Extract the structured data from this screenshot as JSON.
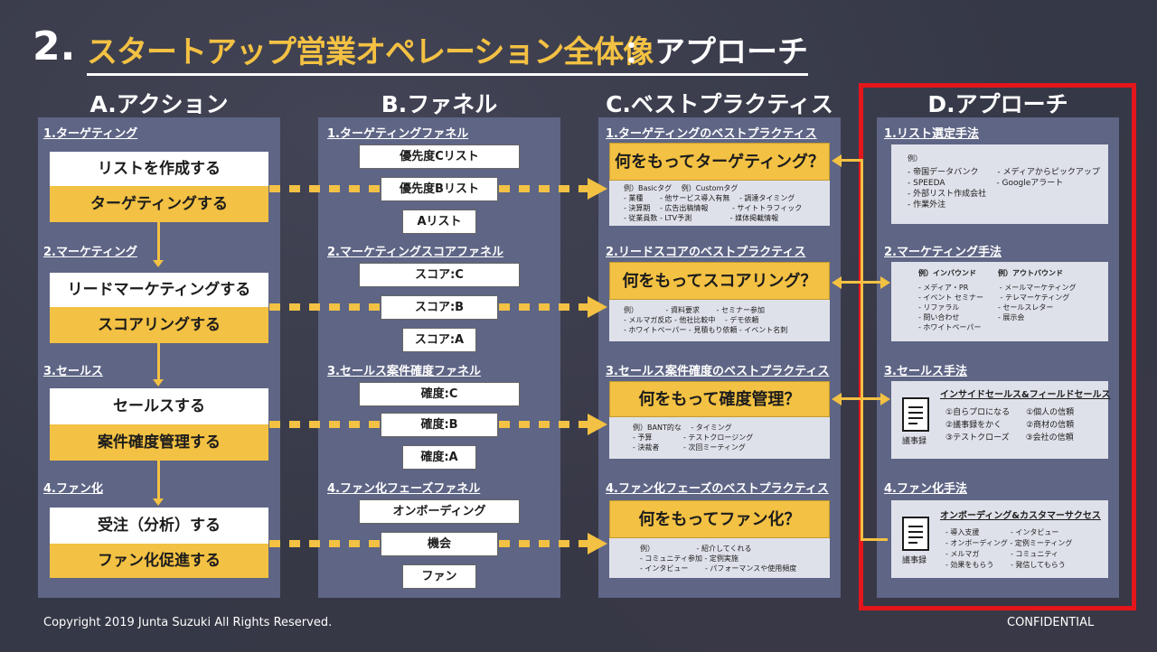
{
  "title": {
    "number": "2.",
    "main": "スタートアップ営業オペレーション全体像",
    "sub": "：アプローチ"
  },
  "columns": {
    "a": "A.アクション",
    "b": "B.ファネル",
    "c": "C.ベストプラクティス",
    "d": "D.アプローチ"
  },
  "actions": [
    {
      "section": "1.ターゲティング",
      "white": "リストを作成する",
      "gold": "ターゲティングする"
    },
    {
      "section": "2.マーケティング",
      "white": "リードマーケティングする",
      "gold": "スコアリングする"
    },
    {
      "section": "3.セールス",
      "white": "セールスする",
      "gold": "案件確度管理する"
    },
    {
      "section": "4.ファン化",
      "white": "受注（分析）する",
      "gold": "ファン化促進する"
    }
  ],
  "funnels": [
    {
      "section": "1.ターゲティングファネル",
      "items": [
        "優先度Cリスト",
        "優先度Bリスト",
        "Aリスト"
      ]
    },
    {
      "section": "2.マーケティングスコアファネル",
      "items": [
        "スコア:C",
        "スコア:B",
        "スコア:A"
      ]
    },
    {
      "section": "3.セールス案件確度ファネル",
      "items": [
        "確度:C",
        "確度:B",
        "確度:A"
      ]
    },
    {
      "section": "4.ファン化フェーズファネル",
      "items": [
        "オンボーディング",
        "機会",
        "ファン"
      ]
    }
  ],
  "best_practices": [
    {
      "section": "1.ターゲティングのベストプラクティス",
      "head": "何をもってターゲティング？",
      "lines": [
        "例）Basicタグ　 例）Customタグ",
        "- 業種　　 - 他サービス導入有無　 - 調達タイミング",
        "- 決算期　 - 広告出稿情報　　　 - サイトトラフィック",
        "- 従業員数 - LTV予測　　　　　 - 媒体掲載情報"
      ]
    },
    {
      "section": "2.リードスコアのベストプラクティス",
      "head": "何をもってスコアリング？",
      "lines": [
        "例）　　　　 - 資料要求　　 - セミナー参加",
        "- メルマガ反応 - 他社比較中　 - デモ依頼",
        "- ホワイトペーパー - 見積もり依頼 - イベント名刺"
      ]
    },
    {
      "section": "3.セールス案件確度のベストプラクティス",
      "head": "何をもって確度管理？",
      "lines": [
        "例）BANT的な　 - タイミング",
        "- 予算　　　　 - テストクロージング",
        "- 決裁者　　　 - 次回ミーティング"
      ]
    },
    {
      "section": "4.ファン化フェーズのベストプラクティス",
      "head": "何をもってファン化？",
      "lines": [
        "例）　　　　　　 - 紹介してくれる",
        "- コミュニティ参加 - 定例実施",
        "- インタビュー　　 - パフォーマンスや使用頻度"
      ]
    }
  ],
  "approaches": [
    {
      "section": "1.リスト選定手法",
      "lines": [
        "例）",
        "- 帝国データバンク　　 - メディアからピックアップ",
        "- SPEEDA　　　　　　 - Googleアラート",
        "- 外部リスト作成会社",
        "- 作業外注"
      ]
    },
    {
      "section": "2.マーケティング手法",
      "lines": [
        "例）インバウンド　　　例）アウトバウンド",
        "- メディア・PR　　　　 - メールマーケティング",
        "- イベント セミナー　　 - テレマーケティング",
        "- リファラル　　　　　 - セールスレター",
        "- 問い合わせ　　　　　 - 展示会",
        "- ホワイトペーパー"
      ]
    },
    {
      "section": "3.セールス手法",
      "head": "インサイドセールス&フィールドセールス",
      "icon_label": "議事録",
      "lines": [
        "①自らプロになる　　①個人の信頼",
        "②議事録をかく　　　②商材の信頼",
        "③テストクローズ　　③会社の信頼"
      ]
    },
    {
      "section": "4.ファン化手法",
      "head": "オンボーディング&カスタマーサクセス",
      "icon_label": "議事録",
      "lines": [
        "- 導入支援　　　　 - インタビュー",
        "- オンボーディング - 定例ミーティング",
        "- メルマガ　　　　 - コミュニティ",
        "- 効果をもらう　　 - 発信してもらう"
      ]
    }
  ],
  "footer": {
    "copyright": "Copyright 2019 Junta Suzuki All Rights Reserved.",
    "confidential": "CONFIDENTIAL"
  },
  "colors": {
    "accent": "#f3c143",
    "highlight": "#e4161b",
    "panel": "#5e6585"
  }
}
